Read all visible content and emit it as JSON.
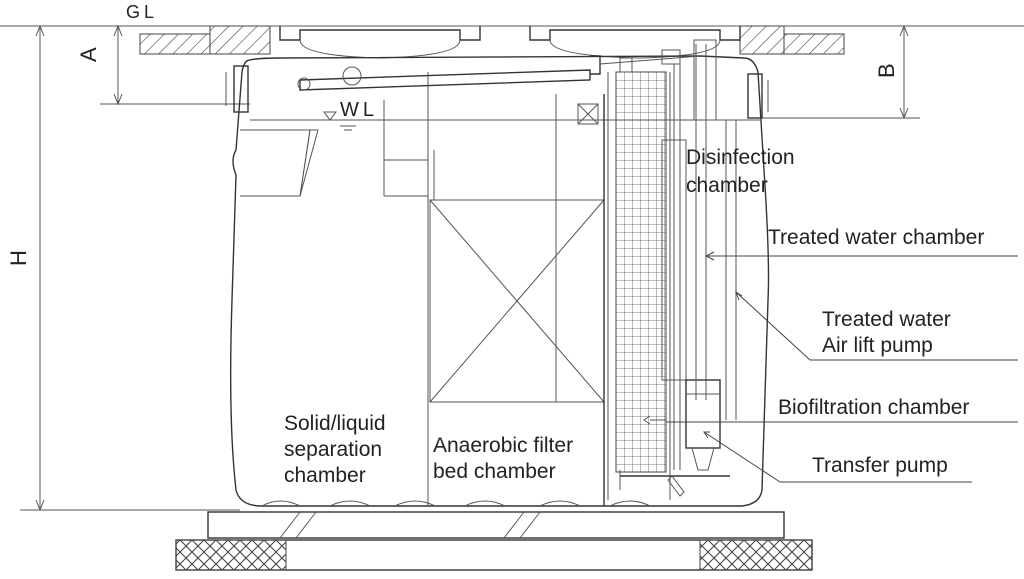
{
  "labels": {
    "gl": "GL",
    "wl": "WL",
    "dim_a": "A",
    "dim_b": "B",
    "dim_h": "H",
    "solid_liquid": [
      "Solid/liquid",
      "separation",
      "chamber"
    ],
    "anaerobic": [
      "Anaerobic filter",
      "bed chamber"
    ],
    "disinfection": [
      "Disinfection",
      "chamber"
    ],
    "treated_water_chamber": "Treated water chamber",
    "air_lift": [
      "Treated water",
      "Air lift pump"
    ],
    "biofiltration": "Biofiltration chamber",
    "transfer_pump": "Transfer pump"
  },
  "colors": {
    "line": "#333333",
    "text": "#222222",
    "background": "#ffffff"
  }
}
